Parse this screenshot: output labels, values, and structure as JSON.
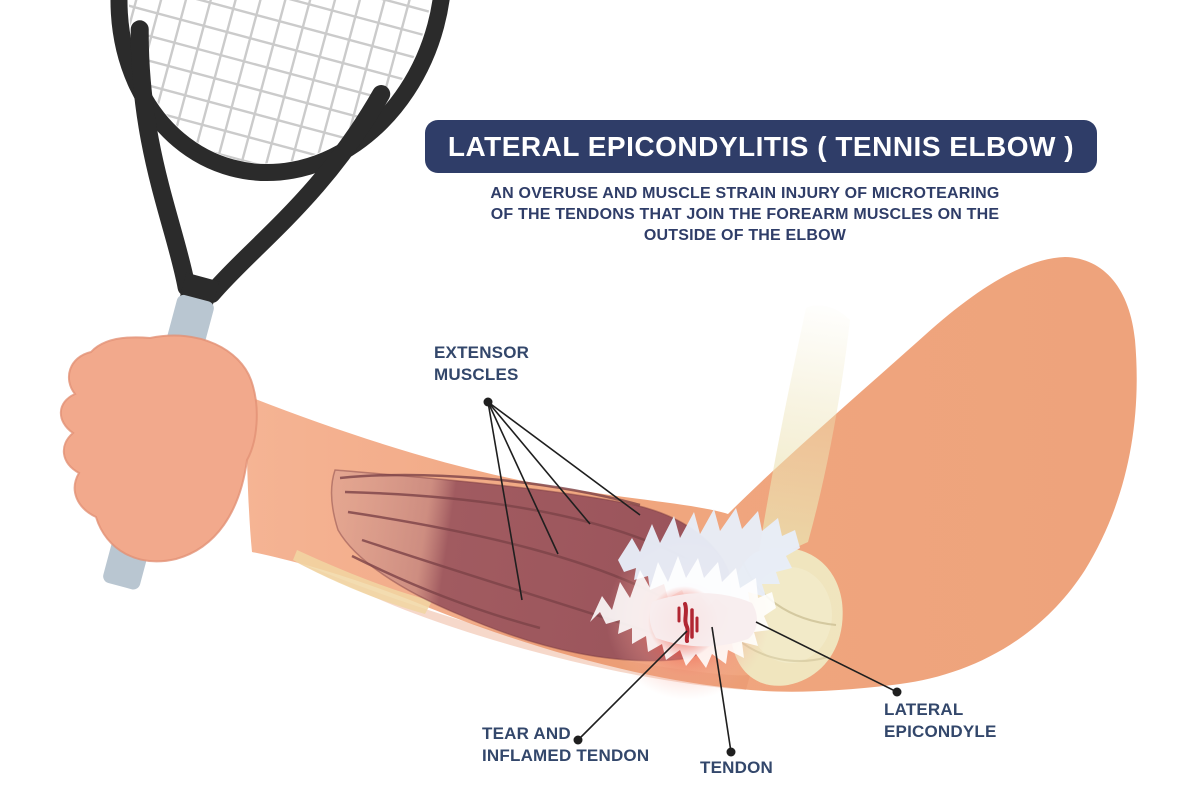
{
  "title": {
    "banner": "LATERAL EPICONDYLITIS ( TENNIS ELBOW )"
  },
  "subtitle": "AN OVERUSE AND MUSCLE STRAIN INJURY OF MICROTEARING\nOF THE TENDONS THAT JOIN THE FOREARM MUSCLES ON THE\nOUTSIDE OF THE ELBOW",
  "labels": {
    "extensor_muscles": "EXTENSOR\nMUSCLES",
    "tear_inflamed": "TEAR AND\nINFLAMED TENDON",
    "tendon": "TENDON",
    "lateral_epicondyle": "LATERAL\nEPICONDYLE"
  },
  "colors": {
    "banner_bg": "#2F3D68",
    "text_navy": "#33476B",
    "skin_hand": "#F2A98C",
    "skin_arm": "#F0A67E",
    "grip": "#B9C6D1",
    "racket_frame": "#2B2B2B",
    "strings": "#CBCBCB",
    "muscle": "#9B5359",
    "muscle_fiber": "#7D4348",
    "bone": "#EFE8C2",
    "inflamed_red": "#EE4334",
    "tear_red": "#B12632",
    "tendon_white": "#F8EDEE",
    "leader": "#1F1F1F"
  }
}
